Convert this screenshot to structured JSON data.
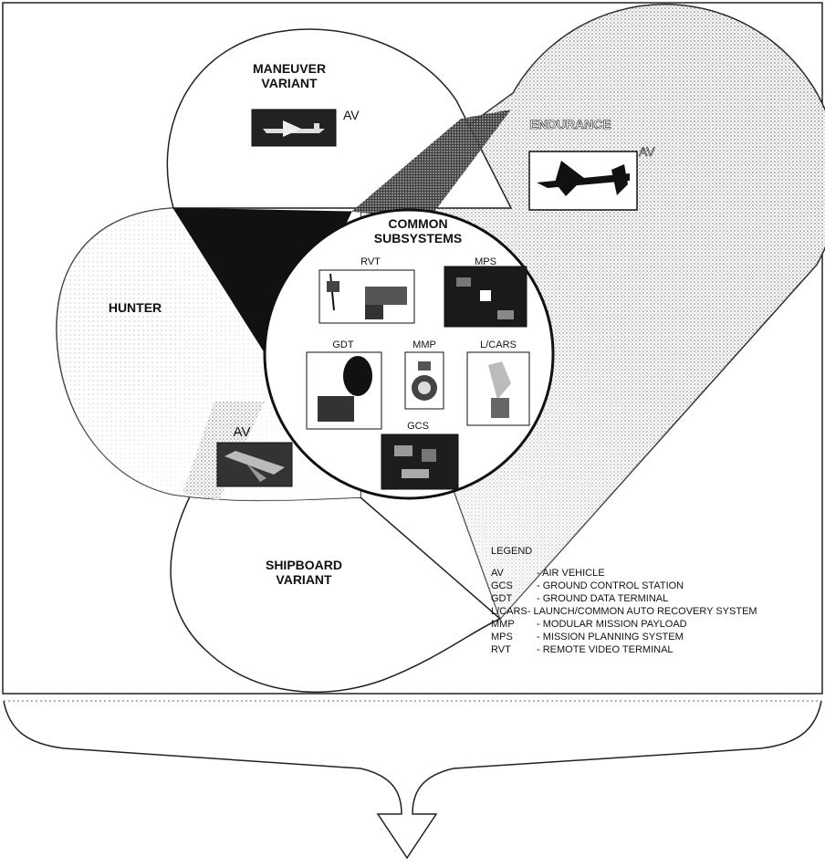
{
  "variants": {
    "maneuver": "MANEUVER\nVARIANT",
    "endurance": "ENDURANCE",
    "hunter": "HUNTER",
    "shipboard": "SHIPBOARD\nVARIANT"
  },
  "av_labels": {
    "maneuver": "AV",
    "endurance": "AV",
    "hunter": "AV"
  },
  "common": {
    "title": "COMMON\nSUBSYSTEMS",
    "items": {
      "rvt": "RVT",
      "mps": "MPS",
      "gdt": "GDT",
      "mmp": "MMP",
      "lcars": "L/CARS",
      "gcs": "GCS"
    }
  },
  "legend": {
    "title": "LEGEND",
    "items": [
      {
        "abbr": "AV",
        "desc": "- AIR VEHICLE"
      },
      {
        "abbr": "GCS",
        "desc": "- GROUND CONTROL STATION"
      },
      {
        "abbr": "GDT",
        "desc": "- GROUND DATA TERMINAL"
      },
      {
        "abbr": "L/CARS",
        "desc": "- LAUNCH/COMMON AUTO RECOVERY SYSTEM"
      },
      {
        "abbr": "MMP",
        "desc": "- MODULAR MISSION PAYLOAD"
      },
      {
        "abbr": "MPS",
        "desc": "- MISSION PLANNING SYSTEM"
      },
      {
        "abbr": "RVT",
        "desc": "- REMOTE VIDEO TERMINAL"
      }
    ]
  }
}
